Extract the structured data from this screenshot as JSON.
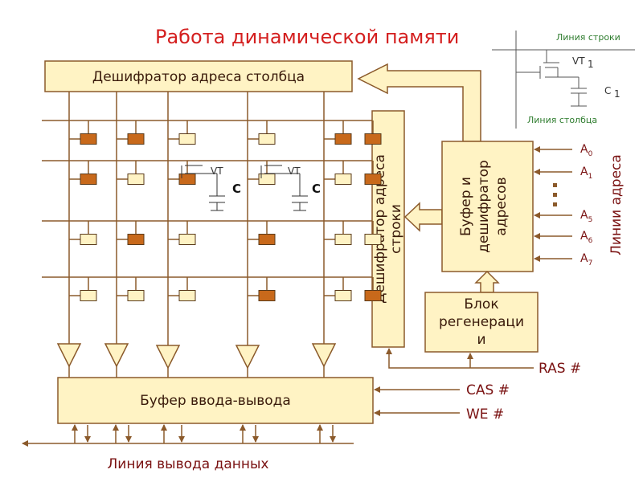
{
  "title": "Работа динамической памяти",
  "blocks": {
    "column_decoder": "Дешифратор  адреса  столбца",
    "row_decoder_line1": "Дешифратор адреса",
    "row_decoder_line2": "строки",
    "address_buffer_line1": "Буфер и",
    "address_buffer_line2": "дешифратор",
    "address_buffer_line3": "адресов",
    "regen_line1": "Блок",
    "regen_line2": "регенераци",
    "regen_line3": "и",
    "io_buffer": "Буфер ввода-вывода"
  },
  "address_lines": {
    "title": "Линии адреса",
    "labels": [
      "A",
      "A",
      "A",
      "A",
      "A"
    ],
    "subscripts": [
      "0",
      "1",
      "5",
      "6",
      "7"
    ]
  },
  "signals": {
    "ras": "RAS #",
    "cas": "CAS #",
    "we": "WE #"
  },
  "data_line": "Линия вывода данных",
  "cell_labels": {
    "transistor": "VT",
    "capacitor": "C"
  },
  "inset": {
    "row_line": "Линия строки",
    "col_line": "Линия столбца",
    "transistor": "VT",
    "transistor_sub": "1",
    "capacitor": "C",
    "capacitor_sub": "1"
  },
  "colors": {
    "title": "#d41f1f",
    "block_fill": "#fff3c4",
    "cell_filled": "#c8691b",
    "cell_empty": "#fff3c4",
    "lines": "#8b5a2b",
    "arrow_fill": "#fff3c4",
    "label_maroon": "#7a1212",
    "inset_green": "#2f7d2f"
  },
  "cells": [
    [
      1,
      1,
      0,
      0,
      1,
      1
    ],
    [
      1,
      0,
      1,
      0,
      0,
      1
    ],
    [
      0,
      1,
      0,
      1,
      0,
      0
    ],
    [
      0,
      0,
      0,
      1,
      0,
      1
    ]
  ]
}
